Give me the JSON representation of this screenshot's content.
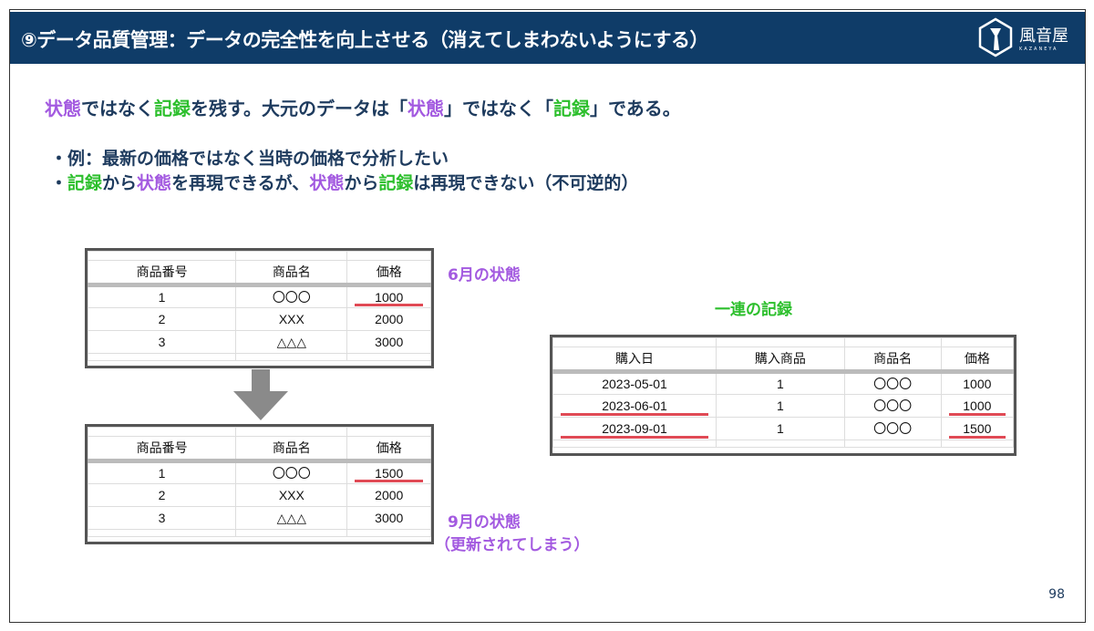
{
  "header": {
    "title": "⑨データ品質管理：データの完全性を向上させる（消えてしまわないようにする）",
    "logo_text": "風音屋",
    "logo_sub": "KAZANEYA"
  },
  "colors": {
    "header": "#0f3c68",
    "purple": "#a35ae0",
    "green": "#2cbf2c",
    "text": "#1e3b5e",
    "underline": "#e04a55"
  },
  "headline": [
    {
      "t": "状態",
      "c": "purple"
    },
    {
      "t": "ではなく",
      "c": "text"
    },
    {
      "t": "記録",
      "c": "green"
    },
    {
      "t": "を残す。大元のデータは「",
      "c": "text"
    },
    {
      "t": "状態",
      "c": "purple"
    },
    {
      "t": "」ではなく「",
      "c": "text"
    },
    {
      "t": "記録",
      "c": "green"
    },
    {
      "t": "」である。",
      "c": "text"
    }
  ],
  "bullets": [
    [
      {
        "t": "・例：最新の価格ではなく当時の価格で分析したい",
        "c": "text"
      }
    ],
    [
      {
        "t": "・",
        "c": "text"
      },
      {
        "t": "記録",
        "c": "green"
      },
      {
        "t": "から",
        "c": "text"
      },
      {
        "t": "状態",
        "c": "purple"
      },
      {
        "t": "を再現できるが、",
        "c": "text"
      },
      {
        "t": "状態",
        "c": "purple"
      },
      {
        "t": "から",
        "c": "text"
      },
      {
        "t": "記録",
        "c": "green"
      },
      {
        "t": "は再現できない（不可逆的）",
        "c": "text"
      }
    ]
  ],
  "state_table_june": {
    "label": "6月の状態",
    "headers": [
      "商品番号",
      "商品名",
      "価格"
    ],
    "rows": [
      [
        "1",
        "〇〇〇",
        "1000"
      ],
      [
        "2",
        "XXX",
        "2000"
      ],
      [
        "3",
        "△△△",
        "3000"
      ]
    ]
  },
  "state_table_sept": {
    "label": "9月の状態",
    "note": "（更新されてしまう）",
    "headers": [
      "商品番号",
      "商品名",
      "価格"
    ],
    "rows": [
      [
        "1",
        "〇〇〇",
        "1500"
      ],
      [
        "2",
        "XXX",
        "2000"
      ],
      [
        "3",
        "△△△",
        "3000"
      ]
    ]
  },
  "record_table": {
    "label": "一連の記録",
    "headers": [
      "購入日",
      "購入商品",
      "商品名",
      "価格"
    ],
    "rows": [
      [
        "2023-05-01",
        "1",
        "〇〇〇",
        "1000"
      ],
      [
        "2023-06-01",
        "1",
        "〇〇〇",
        "1000"
      ],
      [
        "2023-09-01",
        "1",
        "〇〇〇",
        "1500"
      ]
    ]
  },
  "page_number": "98"
}
